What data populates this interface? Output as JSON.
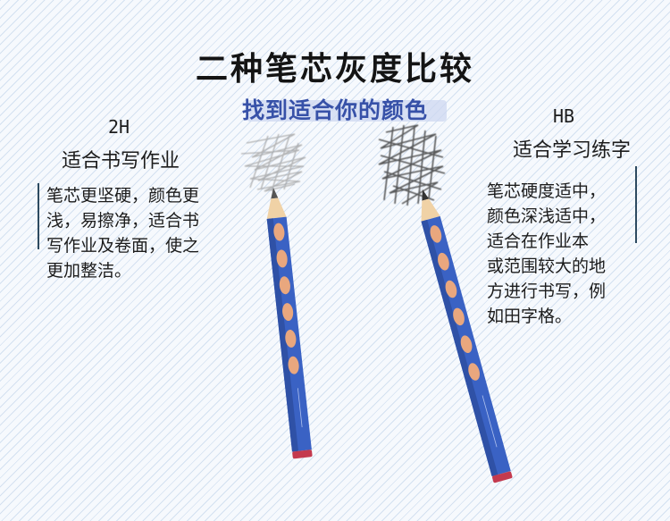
{
  "header": {
    "title": "二种笔芯灰度比较",
    "subtitle": "找到适合你的颜色"
  },
  "left": {
    "grade": "2H",
    "use": "适合书写作业",
    "desc_lines": [
      "笔芯更坚硬，颜色更",
      "浅，易擦净，适合书",
      "写作业及卷面，使之",
      "更加整洁。"
    ]
  },
  "right": {
    "grade": "HB",
    "use": "适合学习练字",
    "desc_lines": [
      "笔芯硬度适中，",
      "颜色深浅适中，",
      "适合在作业本",
      "或范围较大的地",
      "方进行书写，例",
      "如田字格。"
    ]
  },
  "colors": {
    "title": "#141414",
    "subtitle": "#3751a8",
    "pencil_body": "#3a62c4",
    "pencil_grip": "#e9a77e",
    "pencil_wood": "#f0d2a6",
    "pencil_end": "#c43a4e"
  }
}
